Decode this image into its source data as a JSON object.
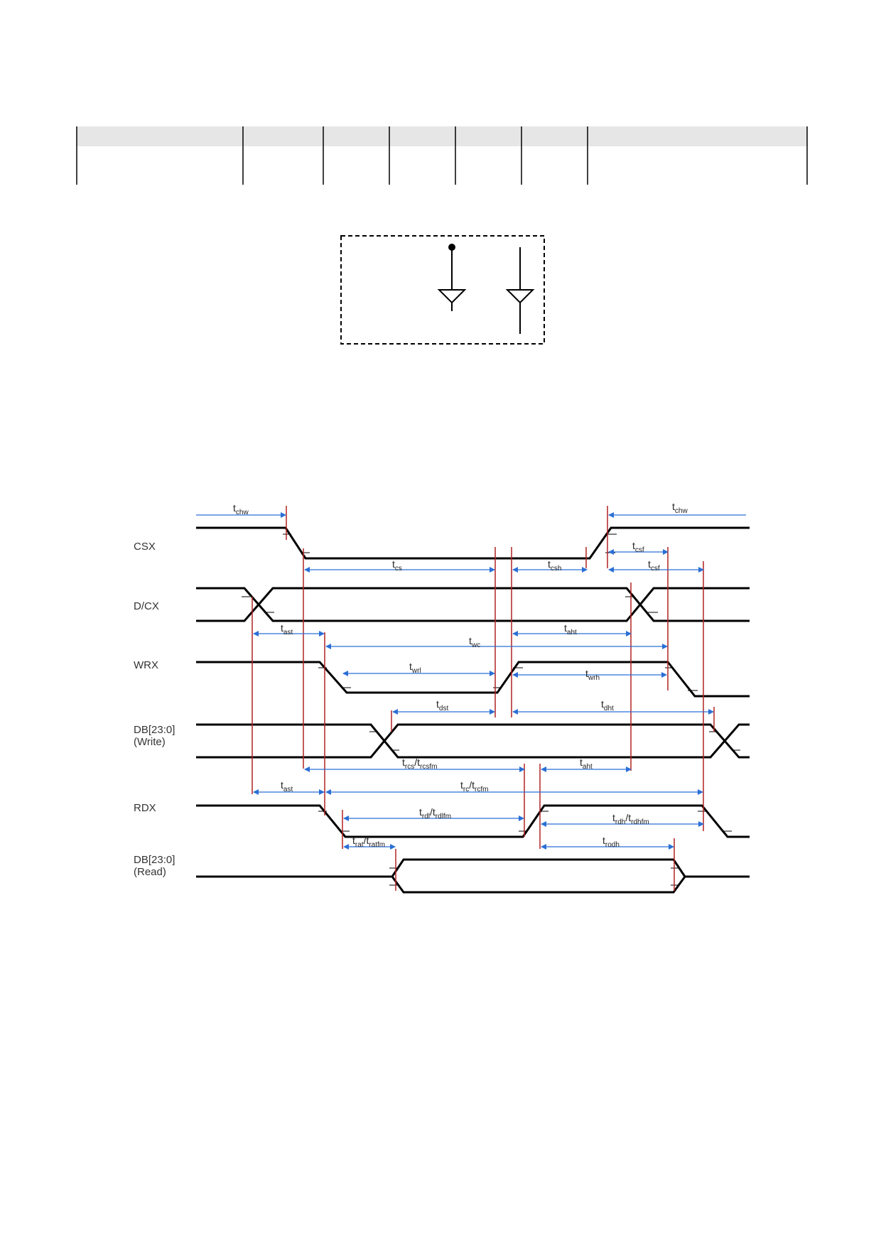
{
  "signals": [
    {
      "id": "csx",
      "lines": [
        "CSX"
      ]
    },
    {
      "id": "dcx",
      "lines": [
        "D/CX"
      ]
    },
    {
      "id": "wrx",
      "lines": [
        "WRX"
      ]
    },
    {
      "id": "dbw",
      "lines": [
        "DB[23:0]",
        "(Write)"
      ]
    },
    {
      "id": "rdx",
      "lines": [
        "RDX"
      ]
    },
    {
      "id": "dbr",
      "lines": [
        "DB[23:0]",
        "(Read)"
      ]
    }
  ],
  "timings": [
    {
      "id": "tchw-left",
      "base": "t",
      "sub": "chw"
    },
    {
      "id": "tchw-right",
      "base": "t",
      "sub": "chw"
    },
    {
      "id": "tcsf-1",
      "base": "t",
      "sub": "csf"
    },
    {
      "id": "tcs",
      "base": "t",
      "sub": "cs"
    },
    {
      "id": "tcsh",
      "base": "t",
      "sub": "csh"
    },
    {
      "id": "tcsf-2",
      "base": "t",
      "sub": "csf"
    },
    {
      "id": "tast-1",
      "base": "t",
      "sub": "ast"
    },
    {
      "id": "taht-1",
      "base": "t",
      "sub": "aht"
    },
    {
      "id": "twc",
      "base": "t",
      "sub": "wc"
    },
    {
      "id": "twrl",
      "base": "t",
      "sub": "wrl"
    },
    {
      "id": "twrh",
      "base": "t",
      "sub": "wrh"
    },
    {
      "id": "tdst",
      "base": "t",
      "sub": "dst"
    },
    {
      "id": "tdht",
      "base": "t",
      "sub": "dht"
    },
    {
      "id": "trcs",
      "base": "t",
      "sub": "rcs",
      "base2": "/t",
      "sub2": "rcsfm"
    },
    {
      "id": "taht-2",
      "base": "t",
      "sub": "aht"
    },
    {
      "id": "tast-2",
      "base": "t",
      "sub": "ast"
    },
    {
      "id": "trc",
      "base": "t",
      "sub": "rc",
      "base2": "/t",
      "sub2": "rcfm"
    },
    {
      "id": "trdl",
      "base": "t",
      "sub": "rdl",
      "base2": "/t",
      "sub2": "rdlfm"
    },
    {
      "id": "trdh",
      "base": "t",
      "sub": "rdh",
      "base2": "/t",
      "sub2": "rdhfm"
    },
    {
      "id": "trat",
      "base": "t",
      "sub": "rat",
      "base2": "/t",
      "sub2": "ratfm"
    },
    {
      "id": "trodh",
      "base": "t",
      "sub": "rodh"
    }
  ],
  "colors": {
    "signal": "#000000",
    "marker": "#b22222",
    "arrow": "#2b6fd6",
    "header_band": "#e6e6e6"
  }
}
